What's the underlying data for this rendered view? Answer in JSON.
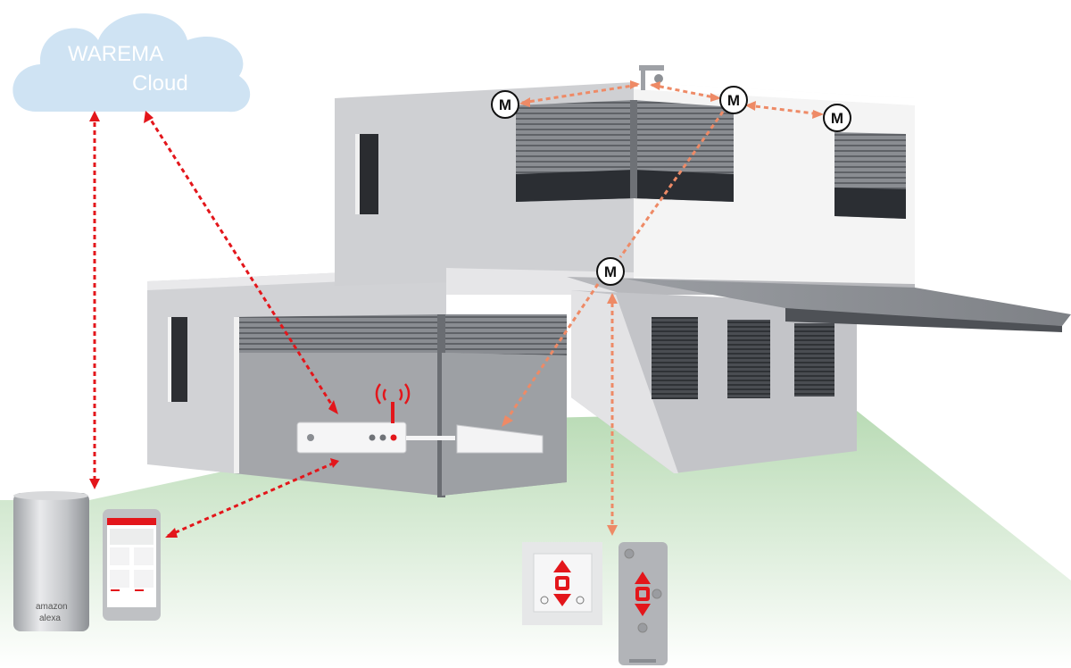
{
  "cloud": {
    "line1": "WAREMA",
    "line2": "Cloud"
  },
  "motor_label": "M",
  "speaker": {
    "brand_line1": "amazon",
    "brand_line2": "alexa"
  },
  "colors": {
    "cloud": "#cfe3f3",
    "wall_light": "#f2f2f2",
    "wall_shade": "#c6c7cb",
    "lawn": "#d9ebd6",
    "red_link": "#e3161b",
    "orange_link": "#ee8a66",
    "shutter": "#7c7f85",
    "awning": "#8a8d92"
  },
  "icons": [
    "cloud-icon",
    "motor-icon",
    "router-icon",
    "wifi-signal-icon",
    "smart-speaker-icon",
    "smartphone-icon",
    "wall-switch-icon",
    "remote-control-icon"
  ]
}
